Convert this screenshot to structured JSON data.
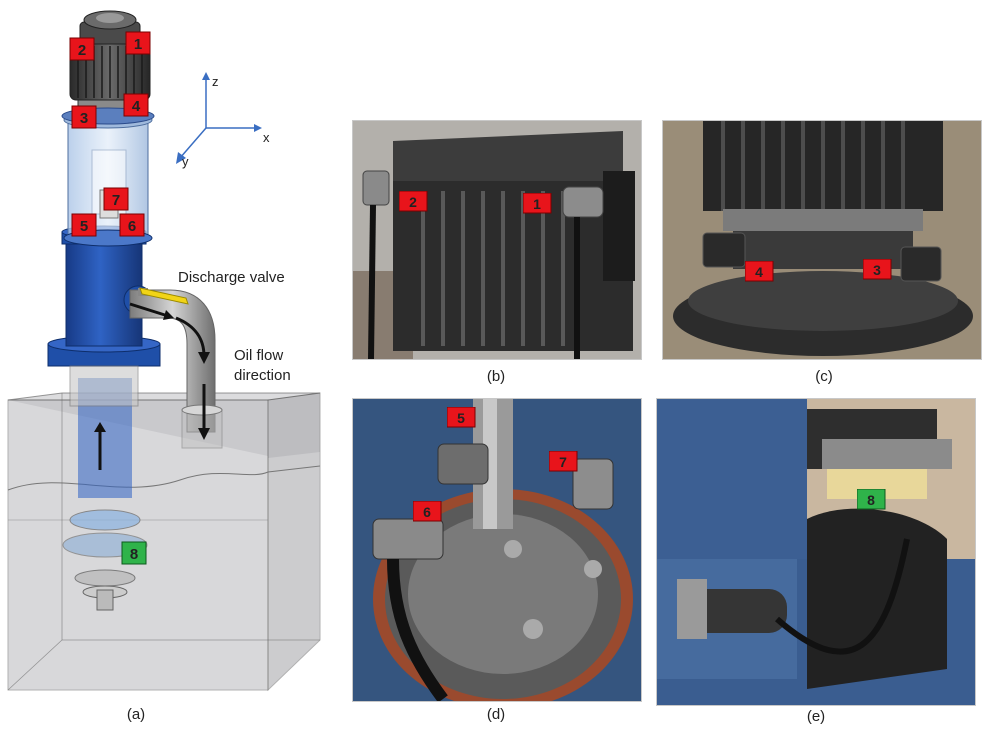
{
  "panels": {
    "a": {
      "caption": "(a)"
    },
    "b": {
      "caption": "(b)"
    },
    "c": {
      "caption": "(c)"
    },
    "d": {
      "caption": "(d)"
    },
    "e": {
      "caption": "(e)"
    }
  },
  "annotations": {
    "discharge_valve": "Discharge valve",
    "oil_flow_line1": "Oil flow",
    "oil_flow_line2": "direction"
  },
  "axes": {
    "z": "z",
    "x": "x",
    "y": "y"
  },
  "sensors": {
    "s1": "1",
    "s2": "2",
    "s3": "3",
    "s4": "4",
    "s5": "5",
    "s6": "6",
    "s7": "7",
    "s8": "8"
  },
  "colors": {
    "sensor_red": "#e8141b",
    "sensor_green": "#2fb34a",
    "pump_blue": "#1f4fa8",
    "axis_blue": "#3a6ec2"
  }
}
